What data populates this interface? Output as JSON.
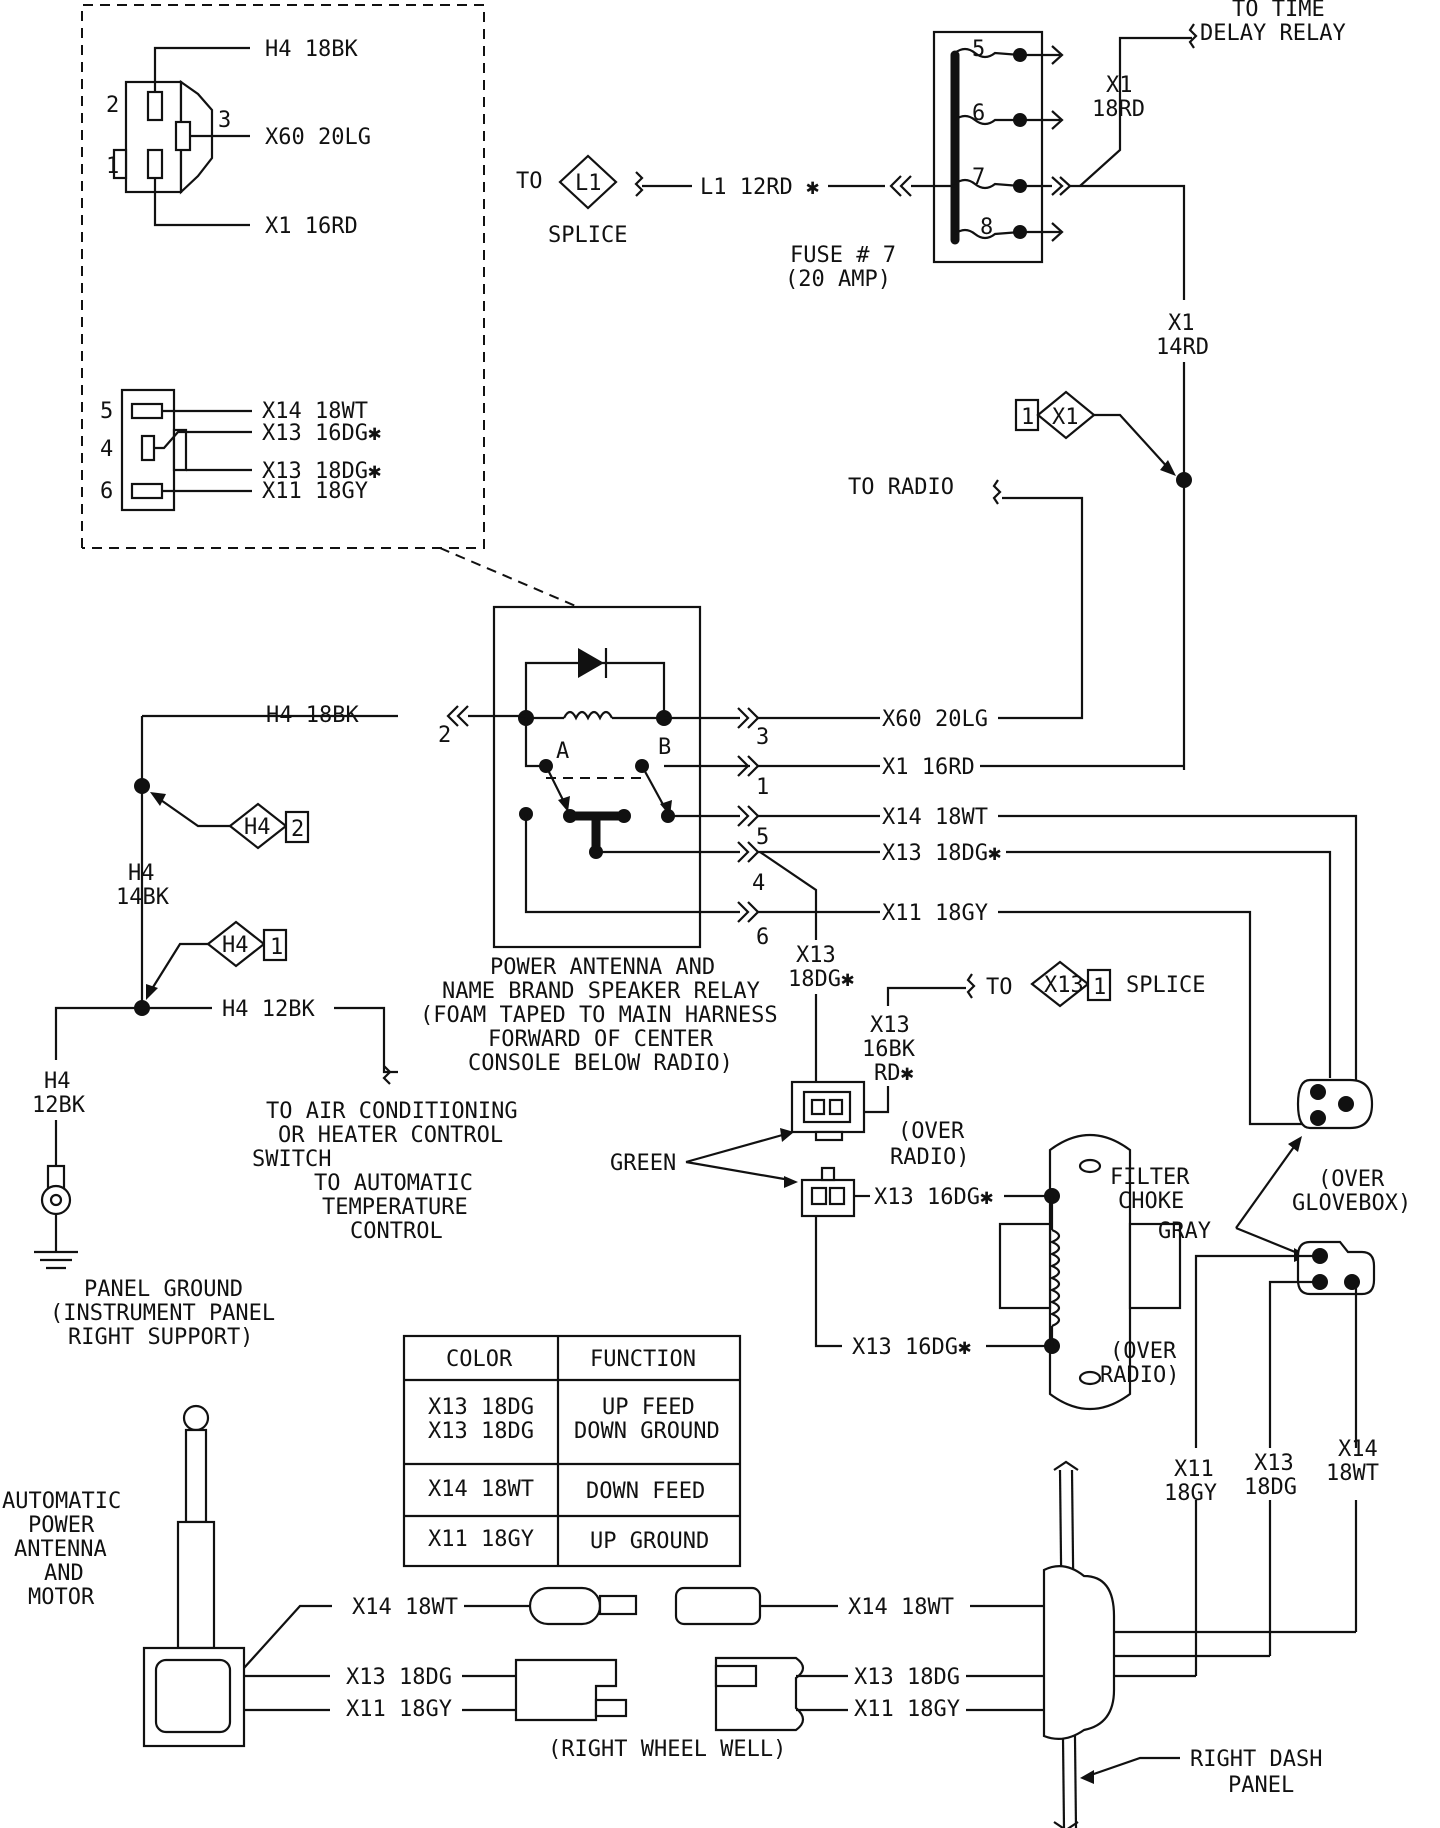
{
  "inset_connector_a": {
    "pins": [
      "2",
      "1",
      "3"
    ],
    "wires": [
      "H4 18BK",
      "X60 20LG",
      "X1 16RD"
    ]
  },
  "inset_connector_b": {
    "pins": [
      "5",
      "4",
      "6"
    ],
    "wires": [
      "X14 18WT",
      "X13 16DG✱",
      "X13 18DG✱",
      "X11 18GY"
    ]
  },
  "fuse_block": {
    "to_label": "TO",
    "splice_id": "L1",
    "splice_label": "SPLICE",
    "feed_wire": "L1 12RD ✱",
    "terminals": [
      "5",
      "6",
      "7",
      "8"
    ],
    "fuse_name": "FUSE # 7",
    "fuse_rating": "(20 AMP)"
  },
  "time_delay": {
    "line1": "TO TIME",
    "line2": "DELAY RELAY",
    "wire_code": "X1",
    "wire_gauge": "18RD"
  },
  "x1_14rd": {
    "code": "X1",
    "gauge": "14RD"
  },
  "x1_tag": {
    "num": "1",
    "id": "X1"
  },
  "to_radio": "TO RADIO",
  "relay": {
    "pin_labels": {
      "p2": "2",
      "p3": "3",
      "p1": "1",
      "p5": "5",
      "p4": "4",
      "p6": "6",
      "a": "A",
      "b": "B"
    },
    "wires": {
      "h4_18bk": "H4 18BK",
      "x60": "X60 20LG",
      "x1_16rd": "X1 16RD",
      "x14": "X14 18WT",
      "x13": "X13 18DG✱",
      "x11": "X11 18GY"
    },
    "caption": [
      "POWER ANTENNA AND",
      "NAME BRAND SPEAKER RELAY",
      "(FOAM TAPED TO MAIN HARNESS",
      "FORWARD OF CENTER",
      "CONSOLE BELOW RADIO)"
    ]
  },
  "ground": {
    "h4_tag_a": {
      "id": "H4",
      "num": "2"
    },
    "h4_14bk": [
      "H4",
      "14BK"
    ],
    "h4_tag_b": {
      "id": "H4",
      "num": "1"
    },
    "h4_12bk_right": "H4 12BK",
    "h4_12bk_down": [
      "H4",
      "12BK"
    ],
    "caption": [
      "PANEL GROUND",
      "(INSTRUMENT PANEL",
      "RIGHT SUPPORT)"
    ]
  },
  "ac_control": {
    "lines": [
      "TO AIR CONDITIONING",
      "OR HEATER CONTROL",
      "SWITCH"
    ],
    "auto_lines": [
      "TO AUTOMATIC",
      "TEMPERATURE",
      "CONTROL"
    ]
  },
  "middle": {
    "x13_18dg": [
      "X13",
      "18DG✱"
    ],
    "to": "TO",
    "splice_tag": {
      "id": "X13",
      "num": "1"
    },
    "splice": "SPLICE",
    "x13_16bk": [
      "X13",
      "16BK",
      "RD✱"
    ],
    "over_radio_a": [
      "(OVER",
      "RADIO)"
    ],
    "green": "GREEN",
    "x13_16dg_a": "X13 16DG✱",
    "x13_16dg_b": "X13 16DG✱",
    "filter_choke": [
      "FILTER",
      "CHOKE"
    ],
    "over_radio_b": [
      "(OVER",
      "RADIO)"
    ],
    "gray": "GRAY",
    "over_glovebox": [
      "(OVER",
      "GLOVEBOX)"
    ]
  },
  "table": {
    "headers": [
      "COLOR",
      "FUNCTION"
    ],
    "rows": [
      {
        "color": [
          "X13 18DG",
          "X13 18DG"
        ],
        "function": [
          "UP FEED",
          "DOWN GROUND"
        ]
      },
      {
        "color": [
          "X14 18WT"
        ],
        "function": [
          "DOWN FEED"
        ]
      },
      {
        "color": [
          "X11 18GY"
        ],
        "function": [
          "UP GROUND"
        ]
      }
    ]
  },
  "antenna": {
    "label": [
      "AUTOMATIC",
      "POWER",
      "ANTENNA",
      "AND",
      "MOTOR"
    ],
    "x14": "X14 18WT",
    "x13": "X13 18DG",
    "x11": "X11 18GY",
    "wheel_well": "(RIGHT WHEEL WELL)"
  },
  "dash": {
    "x14": "X14 18WT",
    "x13": "X13 18DG",
    "x11": "X11 18GY",
    "x11_v": [
      "X11",
      "18GY"
    ],
    "x13_v": [
      "X13",
      "18DG"
    ],
    "x14_v": [
      "X14",
      "18WT"
    ],
    "panel": [
      "RIGHT DASH",
      "PANEL"
    ]
  }
}
